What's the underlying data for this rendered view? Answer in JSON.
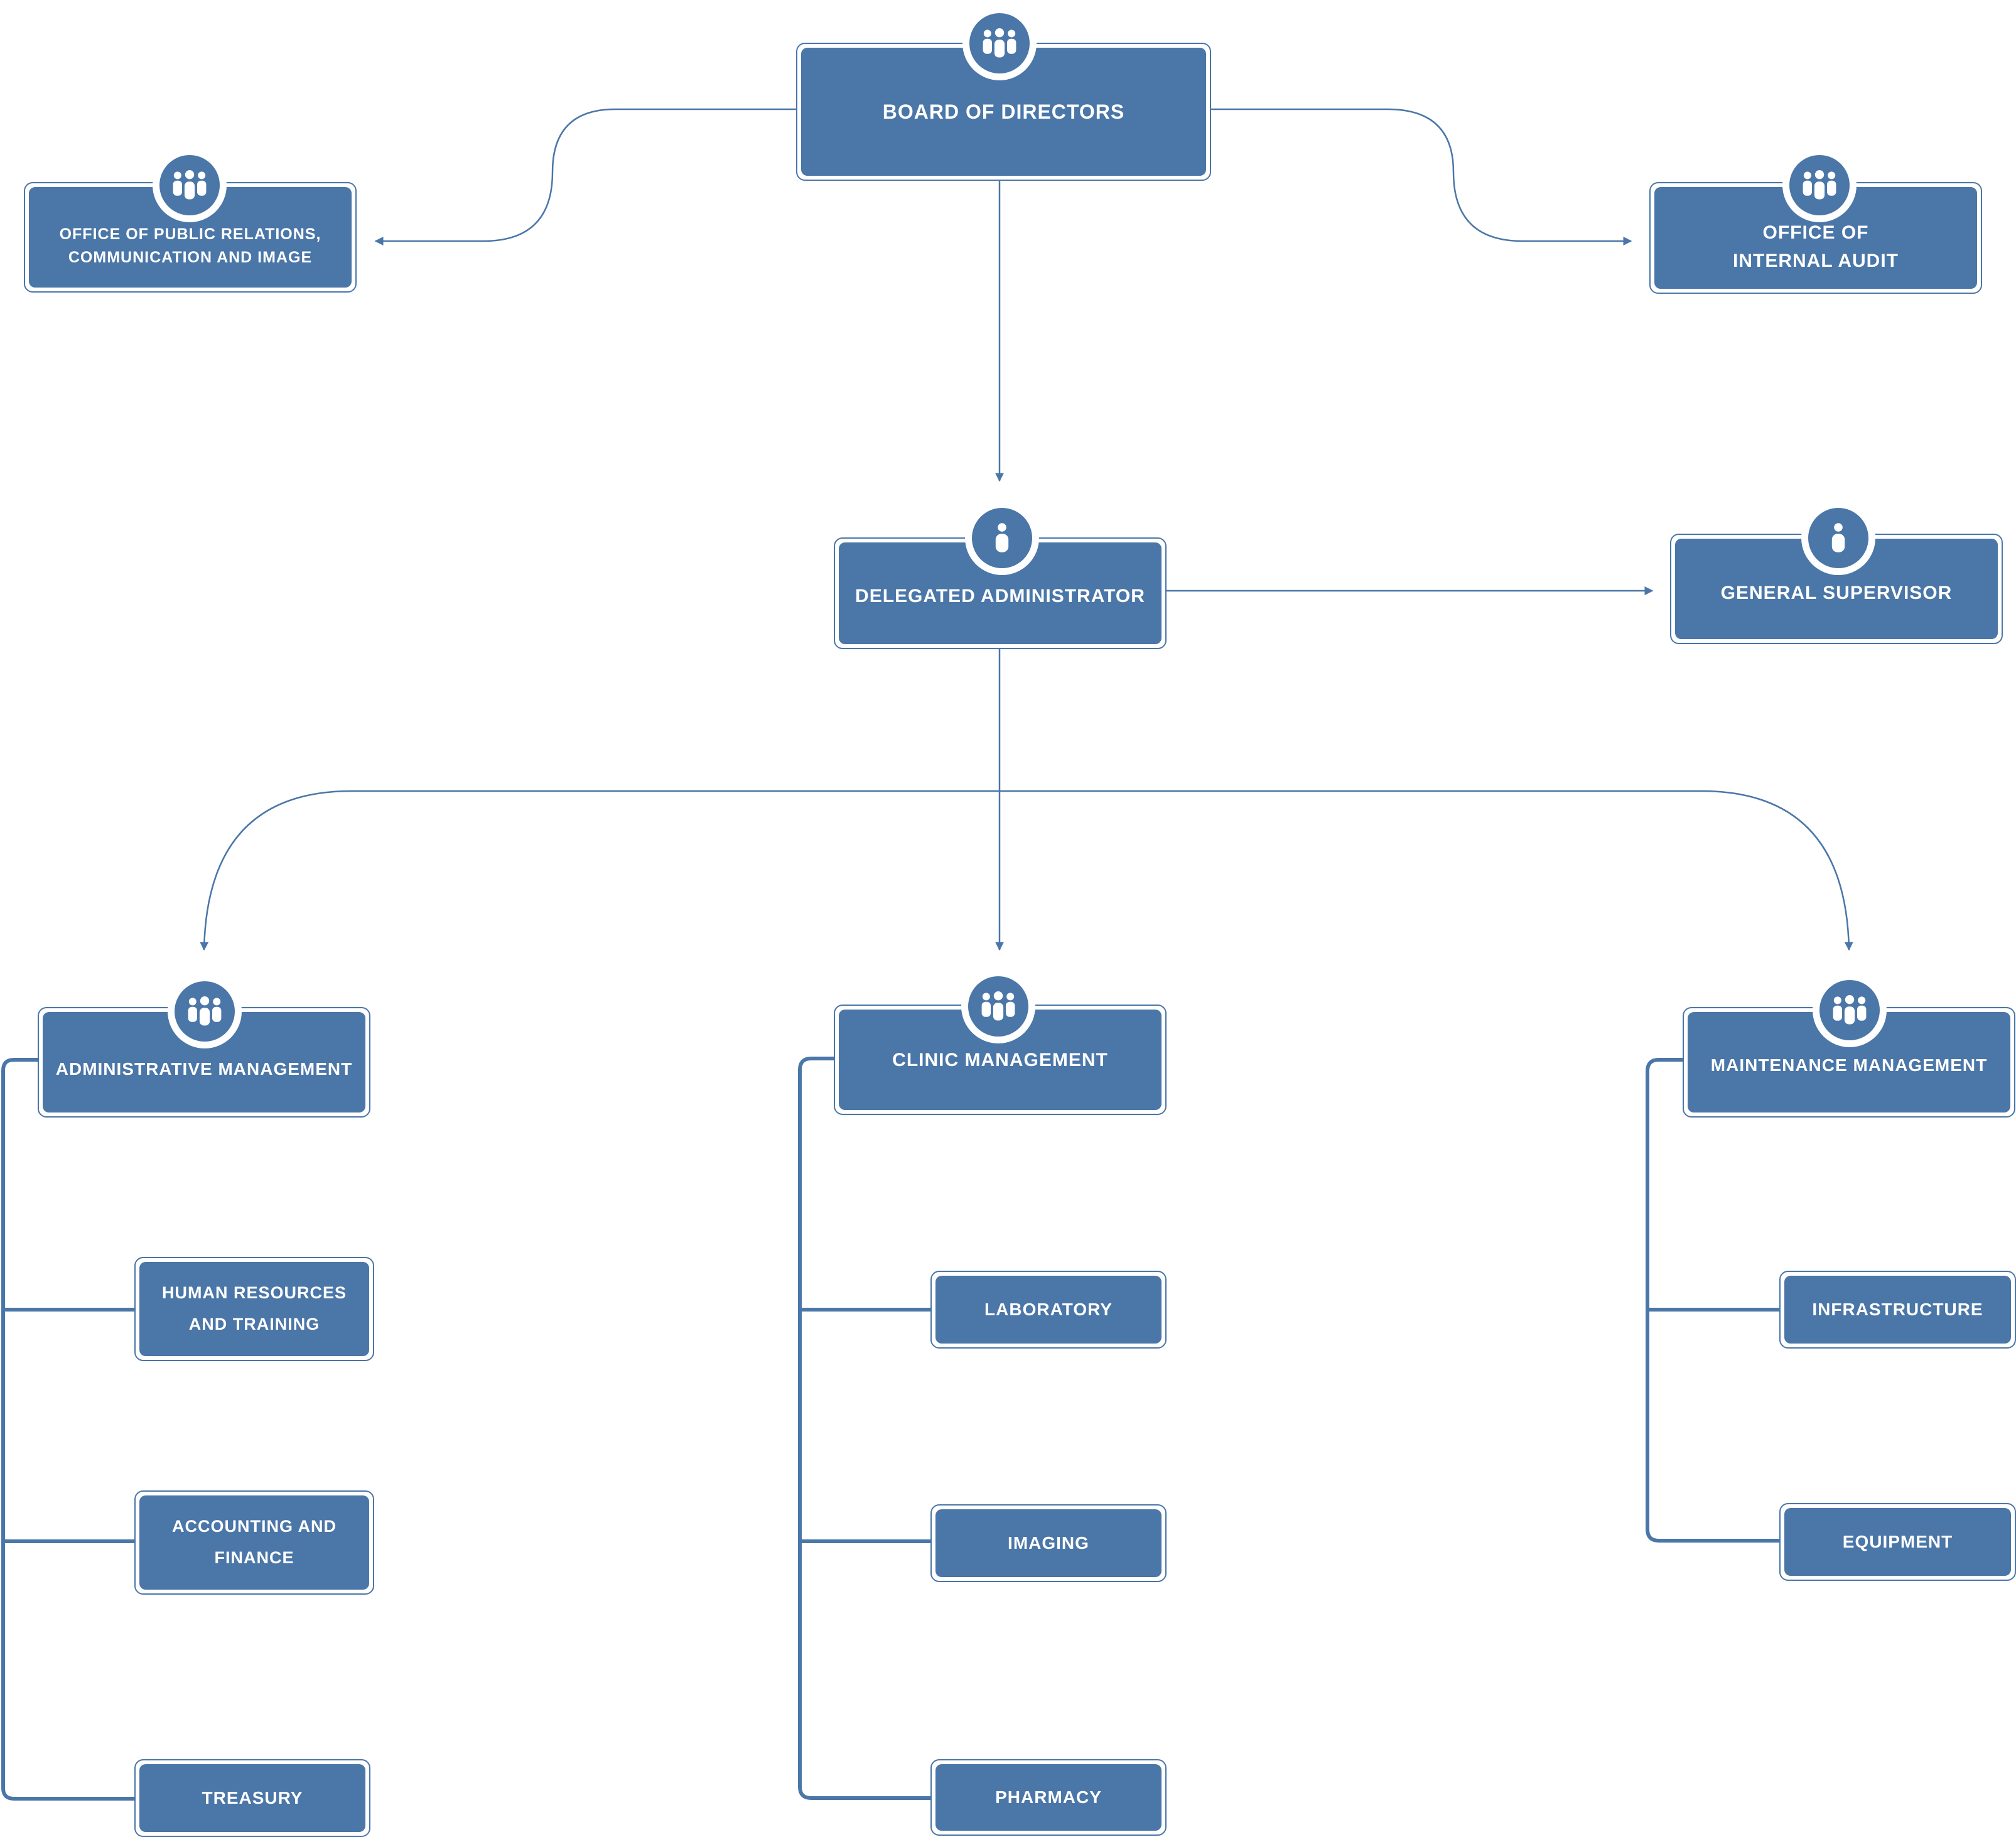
{
  "colors": {
    "primary": "#4a76a8",
    "background": "#ffffff",
    "text": "#ffffff"
  },
  "nodes": {
    "board": {
      "label": "BOARD OF DIRECTORS",
      "icon": "group-icon"
    },
    "public_relations": {
      "label": "OFFICE OF PUBLIC RELATIONS,\nCOMMUNICATION AND IMAGE",
      "icon": "group-icon"
    },
    "internal_audit": {
      "label": "OFFICE OF\nINTERNAL AUDIT",
      "icon": "group-icon"
    },
    "delegated_admin": {
      "label": "DELEGATED ADMINISTRATOR",
      "icon": "person-icon"
    },
    "general_supervisor": {
      "label": "GENERAL SUPERVISOR",
      "icon": "person-icon"
    },
    "administrative": {
      "label": "ADMINISTRATIVE MANAGEMENT",
      "icon": "group-icon"
    },
    "clinic": {
      "label": "CLINIC MANAGEMENT",
      "icon": "group-icon"
    },
    "maintenance": {
      "label": "MAINTENANCE MANAGEMENT",
      "icon": "group-icon"
    },
    "hr": {
      "label": "HUMAN RESOURCES\nAND TRAINING"
    },
    "accounting": {
      "label": "ACCOUNTING AND\nFINANCE"
    },
    "treasury": {
      "label": "TREASURY"
    },
    "laboratory": {
      "label": "LABORATORY"
    },
    "imaging": {
      "label": "IMAGING"
    },
    "pharmacy": {
      "label": "PHARMACY"
    },
    "infrastructure": {
      "label": "INFRASTRUCTURE"
    },
    "equipment": {
      "label": "EQUIPMENT"
    }
  }
}
